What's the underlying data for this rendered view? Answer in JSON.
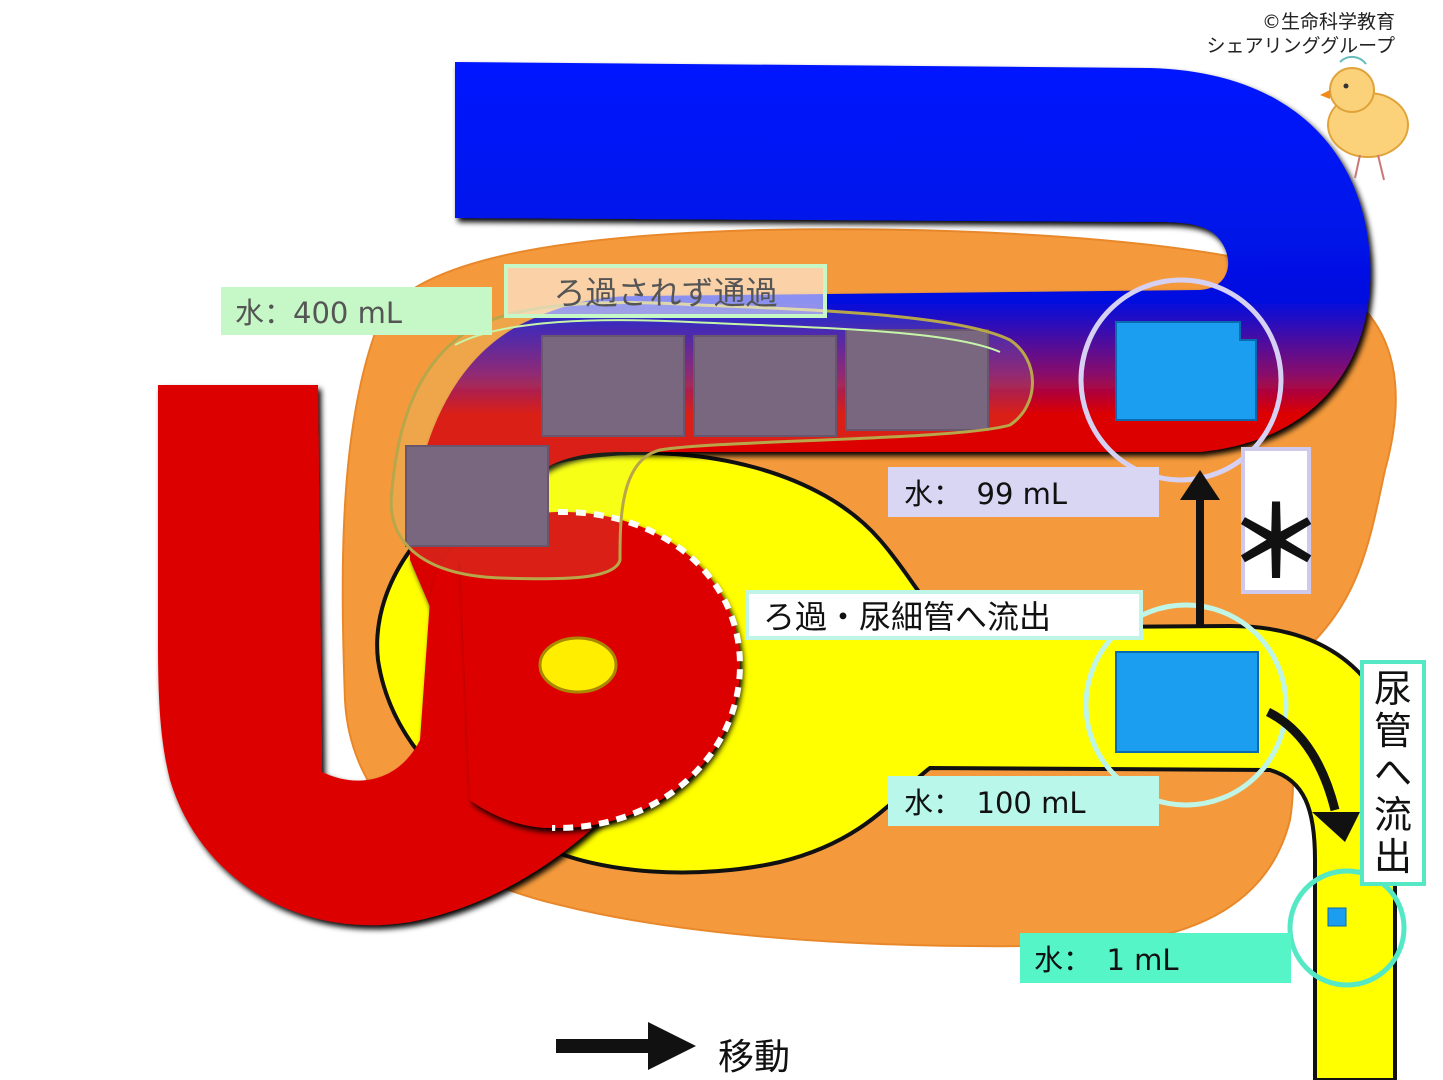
{
  "copyright": {
    "line1": "©生命科学教育",
    "line2": "シェアリンググループ"
  },
  "labels": {
    "not_filtered": "ろ過されず通過",
    "water_400": "水：400 mL",
    "water_99": "水：　99 mL",
    "filtered_out": "ろ過・尿細管へ流出",
    "water_100": "水：　100 mL",
    "water_1": "水：　1 mL",
    "urine_outflow": [
      "尿",
      "管",
      "へ",
      "流",
      "出"
    ],
    "reabsorption_mark": "＊",
    "legend_move": "移動"
  },
  "icons": {
    "mascot": "chick-icon",
    "legend_arrow": "right-arrow-icon"
  },
  "colors": {
    "vein": "#0010e0",
    "artery": "#dd0000",
    "kidney_tissue": "#f59a3c",
    "tubule": "#ffff00",
    "water": "#1b9ef0",
    "solute": "#6f5278",
    "label_green": "#c6f7c6",
    "label_lavender": "#d9d6f3",
    "label_teal": "#b8f7ea",
    "label_aqua": "#55f5c8"
  }
}
